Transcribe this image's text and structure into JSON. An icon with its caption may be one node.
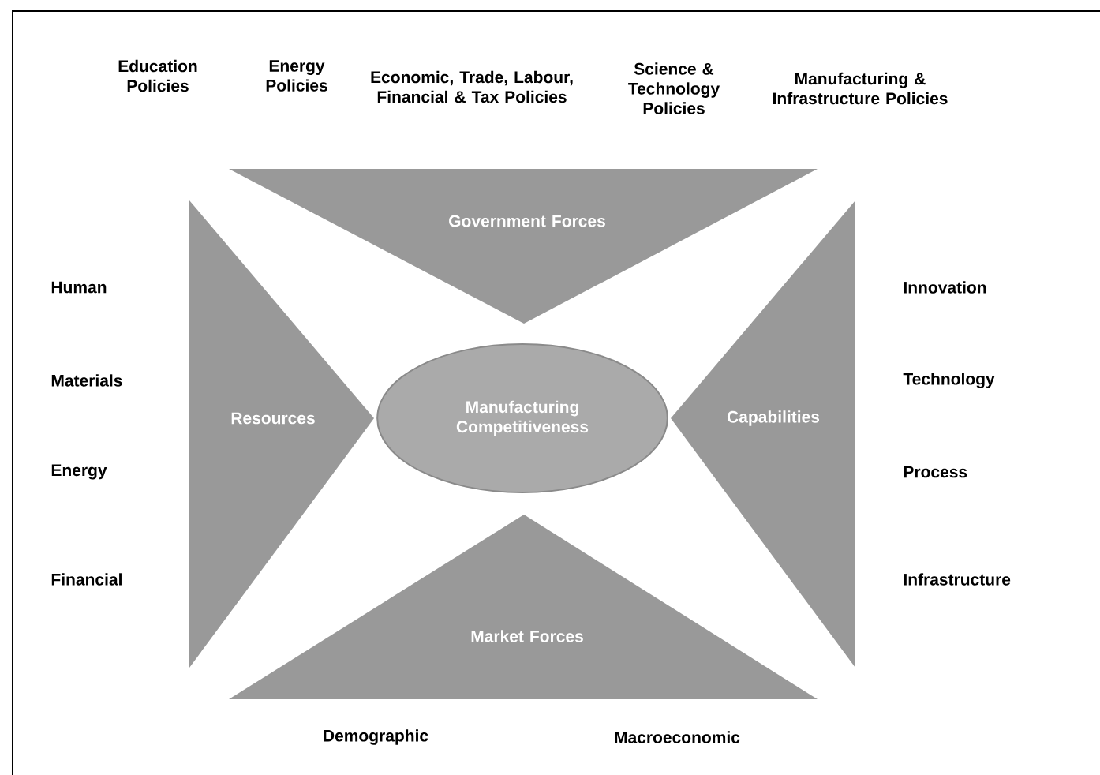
{
  "diagram": {
    "nodes": [
      {
        "text": [
          "Government Forces"
        ]
      },
      {
        "text": [
          "Resources"
        ]
      },
      {
        "text": [
          "Manufacturing Competitiveness"
        ]
      },
      {
        "text": [
          "Capabilities"
        ]
      },
      {
        "text": [
          "Market Forces"
        ]
      }
    ],
    "labels": [
      "Education Policies",
      "Energy Policies",
      "Economic, Trade, Labour, Financial & Tax Policies",
      "Science & Technology Policies",
      "Manufacturing & Infrastructure Policies",
      "Human",
      "Innovation",
      "Materials",
      "Technology",
      "Energy",
      "Process",
      "Financial",
      "Infrastructure",
      "Demographic",
      "Macroeconomic"
    ]
  }
}
